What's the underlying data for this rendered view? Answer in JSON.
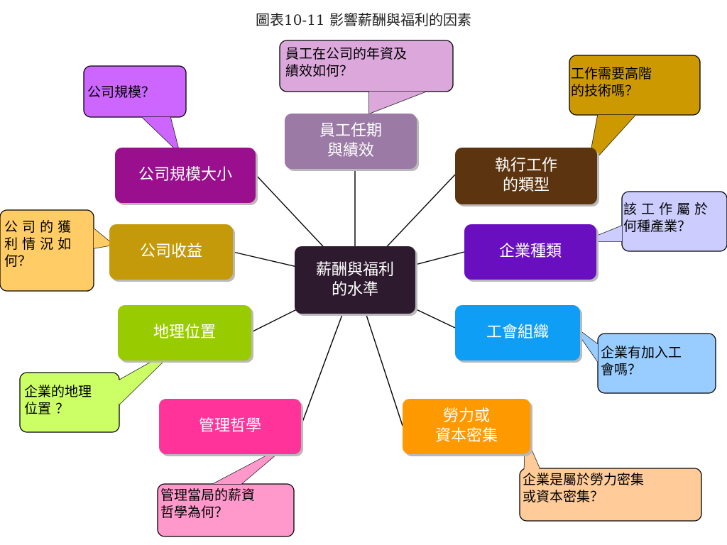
{
  "title": "圖表10-11 影響薪酬與福利的因素",
  "center": {
    "label": "薪酬與福利\n的水準",
    "color": "#2e1a2e"
  },
  "factors": [
    {
      "id": "tenure",
      "label": "員工任期\n與績效",
      "color": "#9b7aa5"
    },
    {
      "id": "company-size",
      "label": "公司規模大小",
      "color": "#990f8e"
    },
    {
      "id": "job-type",
      "label": "執行工作\n的類型",
      "color": "#5c3410"
    },
    {
      "id": "profit",
      "label": "公司收益",
      "color": "#c49a0a"
    },
    {
      "id": "industry",
      "label": "企業種類",
      "color": "#6a0fbf"
    },
    {
      "id": "location",
      "label": "地理位置",
      "color": "#99cc00"
    },
    {
      "id": "union",
      "label": "工會組織",
      "color": "#0f9ef5"
    },
    {
      "id": "philosophy",
      "label": "管理哲學",
      "color": "#ff3399"
    },
    {
      "id": "labor",
      "label": "勞力或\n資本密集",
      "color": "#ff9900"
    }
  ],
  "questions": [
    {
      "id": "tenure",
      "text": "員工在公司的年資及\n績效如何？",
      "fill": "#dca8dc"
    },
    {
      "id": "company-size",
      "text": "公司規模？",
      "fill": "#cc66ff"
    },
    {
      "id": "job-type",
      "text": "工作需要高階\n的技術嗎？",
      "fill": "#cc9900"
    },
    {
      "id": "profit",
      "text": "公 司 的 獲\n利 情 況 如\n何？",
      "fill": "#ffcc66"
    },
    {
      "id": "industry",
      "text": "該 工 作 屬 於\n何種產業？",
      "fill": "#ccccff"
    },
    {
      "id": "location",
      "text": "企業的地理\n位置 ？",
      "fill": "#ccff66"
    },
    {
      "id": "union",
      "text": "企業有加入工\n會嗎？",
      "fill": "#99ccff"
    },
    {
      "id": "philosophy",
      "text": "管理當局的薪資\n哲學為何？",
      "fill": "#ff99cc"
    },
    {
      "id": "labor",
      "text": "企業是屬於勞力密集\n或資本密集？",
      "fill": "#ffcc99"
    }
  ]
}
